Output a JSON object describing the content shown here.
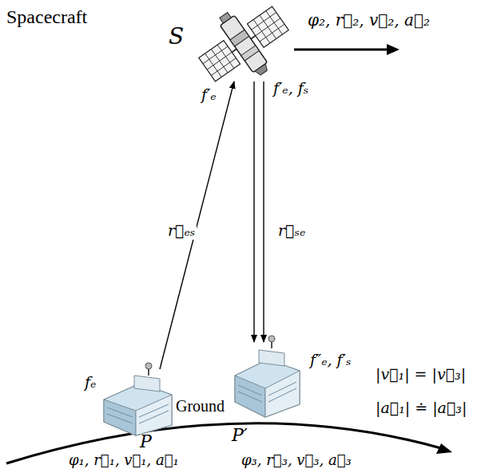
{
  "diagram": {
    "nodes": [
      {
        "text": [
          "S"
        ]
      },
      {
        "text": [
          "P"
        ]
      },
      {
        "text": [
          "P′"
        ]
      }
    ],
    "edges": [
      {
        "from": 1,
        "to": 0,
        "arrow": "to",
        "label": "r⃗ₑₛ"
      },
      {
        "from": 0,
        "to": 2,
        "arrow": "to",
        "label": "r⃗ₛₑ"
      },
      {
        "from": 0,
        "to": 2,
        "arrow": "to"
      }
    ],
    "labels": [
      "Spacecraft",
      "φ₂, r⃗₂, v⃗₂, a⃗₂",
      "f′ₑ",
      "f′ₑ, fₛ",
      "fₑ",
      "f″ₑ, f′ₛ",
      "Ground",
      "φ₁, r⃗₁, v⃗₁, a⃗₁",
      "φ₃, r⃗₃, v⃗₃, a⃗₃",
      "|v⃗₁| = |v⃗₃|",
      "|a⃗₁| ≐ |a⃗₃|"
    ]
  }
}
